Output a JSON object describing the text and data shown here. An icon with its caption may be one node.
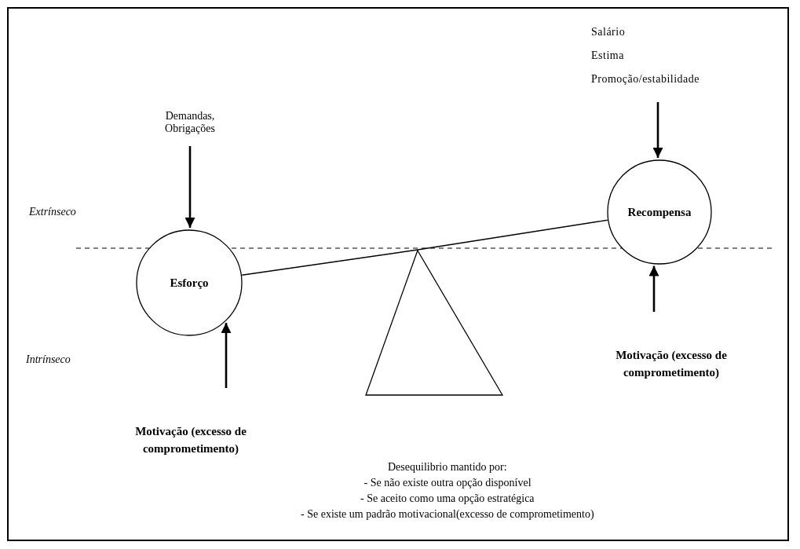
{
  "diagram": {
    "nodes": [
      {
        "text": [
          "Demandas, Obrigações"
        ]
      },
      {
        "text": [
          "Esforço"
        ]
      },
      {
        "text": [
          "Motivação (excesso de comprometimento)"
        ]
      },
      {
        "text": [
          "Salário",
          "Estima",
          "Promoção/estabilidade"
        ]
      },
      {
        "text": [
          "Recompensa"
        ]
      },
      {
        "text": [
          "Motivação (excesso de comprometimento)"
        ]
      },
      {
        "text": [],
        "shape": "triangle"
      }
    ],
    "edges": [
      {
        "from": 0,
        "to": 1,
        "arrow": "to"
      },
      {
        "from": 2,
        "to": 1,
        "arrow": "to"
      },
      {
        "from": 3,
        "to": 4,
        "arrow": "to"
      },
      {
        "from": 5,
        "to": 4,
        "arrow": "to"
      },
      {
        "from": 1,
        "to": 4,
        "arrow": "none"
      }
    ],
    "labels": [
      "Extrínseco",
      "Intrínseco",
      "Desequilibrio mantido por:",
      "- Se não existe outra opção disponível",
      "- Se aceito como uma opção estratégica",
      "- Se existe um padrão motivacional(excesso de comprometimento)"
    ]
  }
}
